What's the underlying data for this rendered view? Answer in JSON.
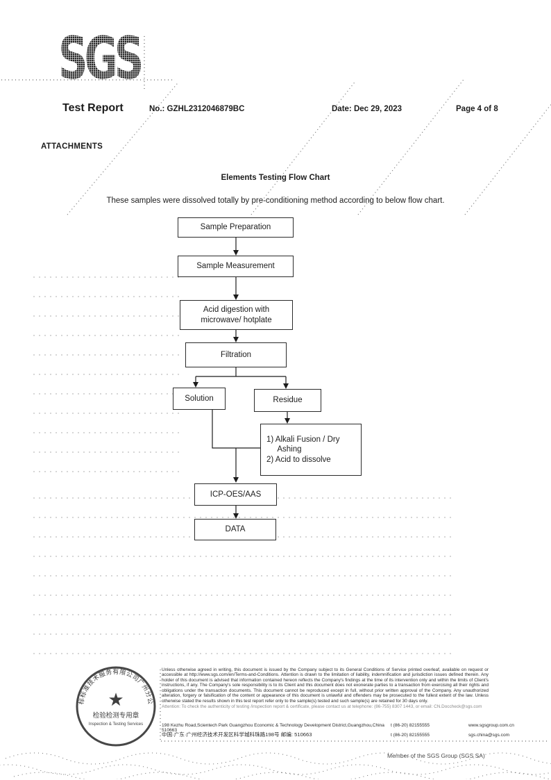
{
  "header": {
    "logo_text": "SGS",
    "report_title": "Test Report",
    "report_no": "No.: GZHL2312046879BC",
    "date": "Date: Dec 29, 2023",
    "page_no": "Page 4 of 8"
  },
  "attachments_label": "ATTACHMENTS",
  "flowchart": {
    "title": "Elements Testing Flow Chart",
    "intro": "These samples were dissolved totally by pre-conditioning method according to below flow chart.",
    "nodes": [
      {
        "id": "sample-preparation",
        "label": "Sample Preparation"
      },
      {
        "id": "sample-measurement",
        "label": "Sample Measurement"
      },
      {
        "id": "acid-digestion",
        "label": "Acid digestion with microwave/ hotplate"
      },
      {
        "id": "filtration",
        "label": "Filtration"
      },
      {
        "id": "solution",
        "label": "Solution"
      },
      {
        "id": "residue",
        "label": "Residue"
      },
      {
        "id": "alkali-fusion",
        "label": "1) Alkali Fusion / Dry\n     Ashing\n2) Acid to dissolve"
      },
      {
        "id": "icp-oes-aas",
        "label": "ICP-OES/AAS"
      },
      {
        "id": "data",
        "label": "DATA"
      }
    ],
    "edges": [
      [
        "sample-preparation",
        "sample-measurement"
      ],
      [
        "sample-measurement",
        "acid-digestion"
      ],
      [
        "acid-digestion",
        "filtration"
      ],
      [
        "filtration",
        "solution"
      ],
      [
        "filtration",
        "residue"
      ],
      [
        "residue",
        "alkali-fusion"
      ],
      [
        "solution",
        "icp-oes-aas"
      ],
      [
        "alkali-fusion",
        "icp-oes-aas"
      ],
      [
        "icp-oes-aas",
        "data"
      ]
    ]
  },
  "stamp": {
    "arc_text": "通标标准技术服务有限公司广州分公司",
    "star_glyph": "★",
    "title_cn": "检验检测专用章",
    "subtitle_en": "Inspection & Testing Services"
  },
  "footer": {
    "disclaimer": "Unless otherwise agreed in writing, this document is issued by the Company subject to its General Conditions of Service printed overleaf, available on request or accessible at http://www.sgs.com/en/Terms-and-Conditions. Attention is drawn to the limitation of liability, indemnification and jurisdiction issues defined therein. Any holder of this document is advised that information contained hereon reflects the Company's findings at the time of its intervention only and within the limits of Client's instructions, if any. The Company's sole responsibility is to its Client and this document does not exonerate parties to a transaction from exercising all their rights and obligations under the transaction documents. This document cannot be reproduced except in full, without prior written approval of the Company. Any unauthorized alteration, forgery or falsification of the content or appearance of this document is unlawful and offenders may be prosecuted to the fullest extent of the law. Unless otherwise stated the results shown in this test report refer only to the sample(s) tested and such sample(s) are retained for 30 days only.",
    "attention": "Attention: To check the authenticity of testing /inspection report & certificate, please contact us at telephone: (86-755) 8307 1443, or email: CN.Doccheck@sgs.com",
    "address_en": "198 Kezhu Road,Scientech Park Guangzhou Economic & Technology Development District,Guangzhou,China 510663",
    "tel_en": "t (86-20) 82155555",
    "website": "www.sgsgroup.com.cn",
    "address_cn": "中国·广东·广州经济技术开发区科学城科珠路198号  邮编: 510663",
    "tel_cn": "t (86-20) 82155555",
    "email": "sgs.china@sgs.com",
    "member_note": "Member of the SGS Group (SGS SA)"
  }
}
